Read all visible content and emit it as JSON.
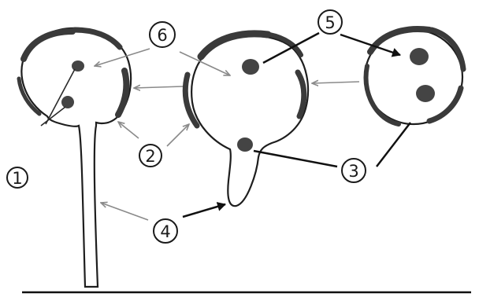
{
  "labels": {
    "n1": "1",
    "n2": "2",
    "n3": "3",
    "n4": "4",
    "n5": "5",
    "n6": "6"
  },
  "colors": {
    "outline": "#1e1e1e",
    "exine": "#3a3a3a",
    "nucleus": "#444444",
    "arrow_thin": "#8a8a8a",
    "arrow_bold": "#111111",
    "background": "#ffffff"
  }
}
